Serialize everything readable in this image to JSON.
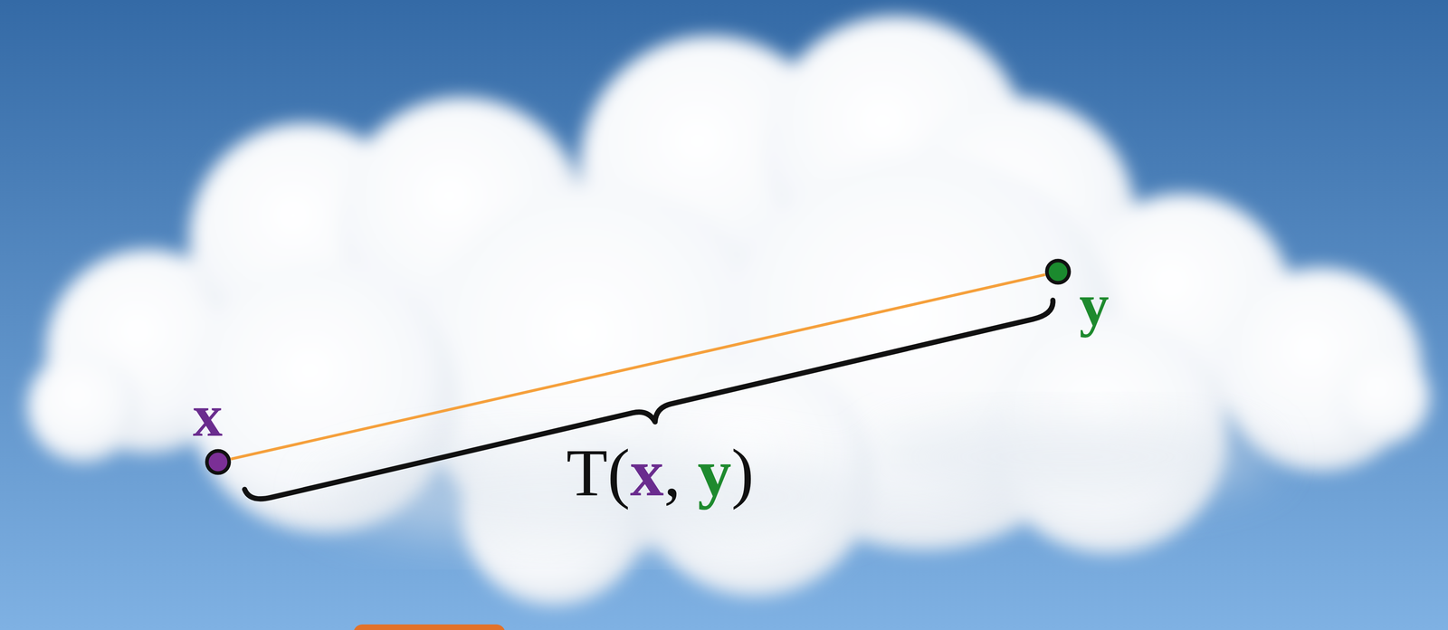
{
  "diagram": {
    "nodes": [
      {
        "text": [
          "x"
        ]
      },
      {
        "text": [
          "y"
        ]
      }
    ],
    "edges": [
      {
        "from": 0,
        "to": 1,
        "arrow": "none"
      }
    ],
    "labels": [
      "T(x, y)"
    ]
  }
}
